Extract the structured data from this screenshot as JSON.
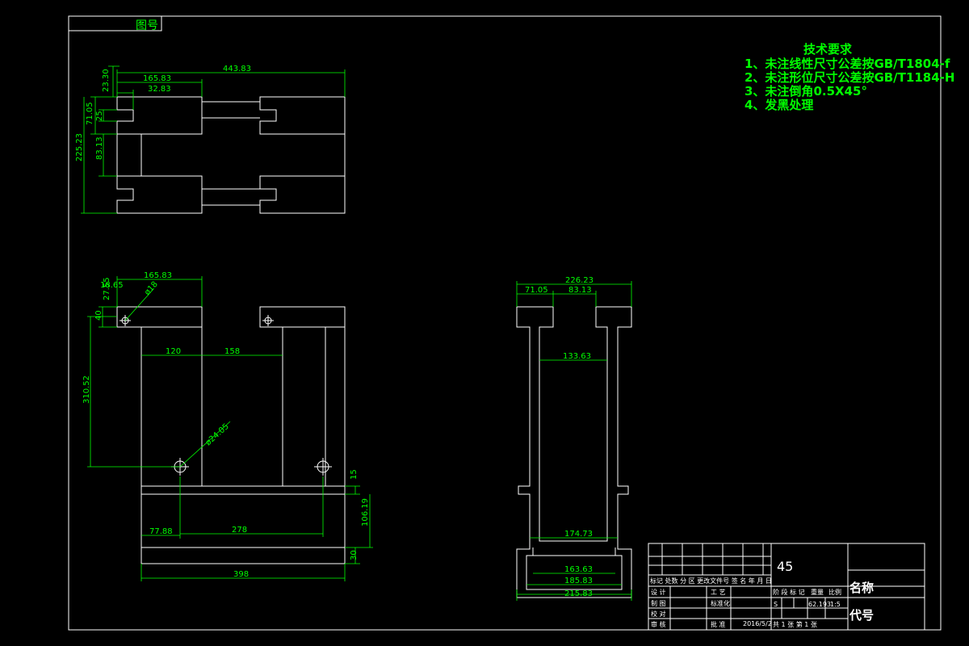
{
  "corner_label": "图号",
  "tech_requirements": {
    "title": "技术要求",
    "items": [
      "1、未注线性尺寸公差按GB/T1804-f",
      "2、未注形位尺寸公差按GB/T1184-H",
      "3、未注倒角0.5X45°",
      "4、发黑处理"
    ]
  },
  "top_view": {
    "dims": {
      "overall_length": "443.83",
      "step_length": "165.83",
      "slot_offset": "32.83",
      "top_gap": "23.30",
      "slot_height_a": "71.05",
      "slot_height_b": "25",
      "overall_height": "225.23",
      "inner_height": "83.13"
    }
  },
  "front_view": {
    "dims": {
      "top_width": "165.83",
      "hole_offset_a": "18.65",
      "hole_offset_b": "27.55",
      "hole_dia": "ø18",
      "top_height": "40",
      "hole_to_base": "310.52",
      "col_width": "120",
      "col_gap": "158",
      "big_hole_dia": "ø24.05",
      "base_step": "15",
      "base_height": "106.19",
      "left_hole_x": "77.88",
      "hole_spacing": "278",
      "foot_height": "30",
      "overall_width": "398"
    }
  },
  "side_view": {
    "dims": {
      "overall_width": "226.23",
      "cap_width": "71.05",
      "opening": "83.13",
      "inner_width": "133.63",
      "bottom_inner": "174.73",
      "base_a": "163.63",
      "base_b": "185.83",
      "base_c": "215.83"
    }
  },
  "title_block": {
    "material": "45",
    "name_label": "名称",
    "code_label": "代号",
    "header_row": "标记 处数 分 区 更改文件号 签 名 年 月 日",
    "rows": [
      {
        "left": "设 计",
        "mid": "",
        "right": "工 艺"
      },
      {
        "left": "制 图",
        "mid": "",
        "right": "标准化"
      },
      {
        "left": "校 对",
        "mid": "",
        "right": ""
      },
      {
        "left": "审 核",
        "mid": "",
        "right": "批 准"
      }
    ],
    "stage_header": "阶 段 标 记",
    "weight_label": "重量",
    "scale_label": "比例",
    "stage_mark": "S",
    "weight_value": "62.193",
    "scale_value": "1:5",
    "sheet_info": "共  1  张  第  1  张",
    "date": "2016/5/2"
  },
  "colors": {
    "background": "#000000",
    "outline": "#ffffff",
    "dimension": "#00ff00"
  }
}
